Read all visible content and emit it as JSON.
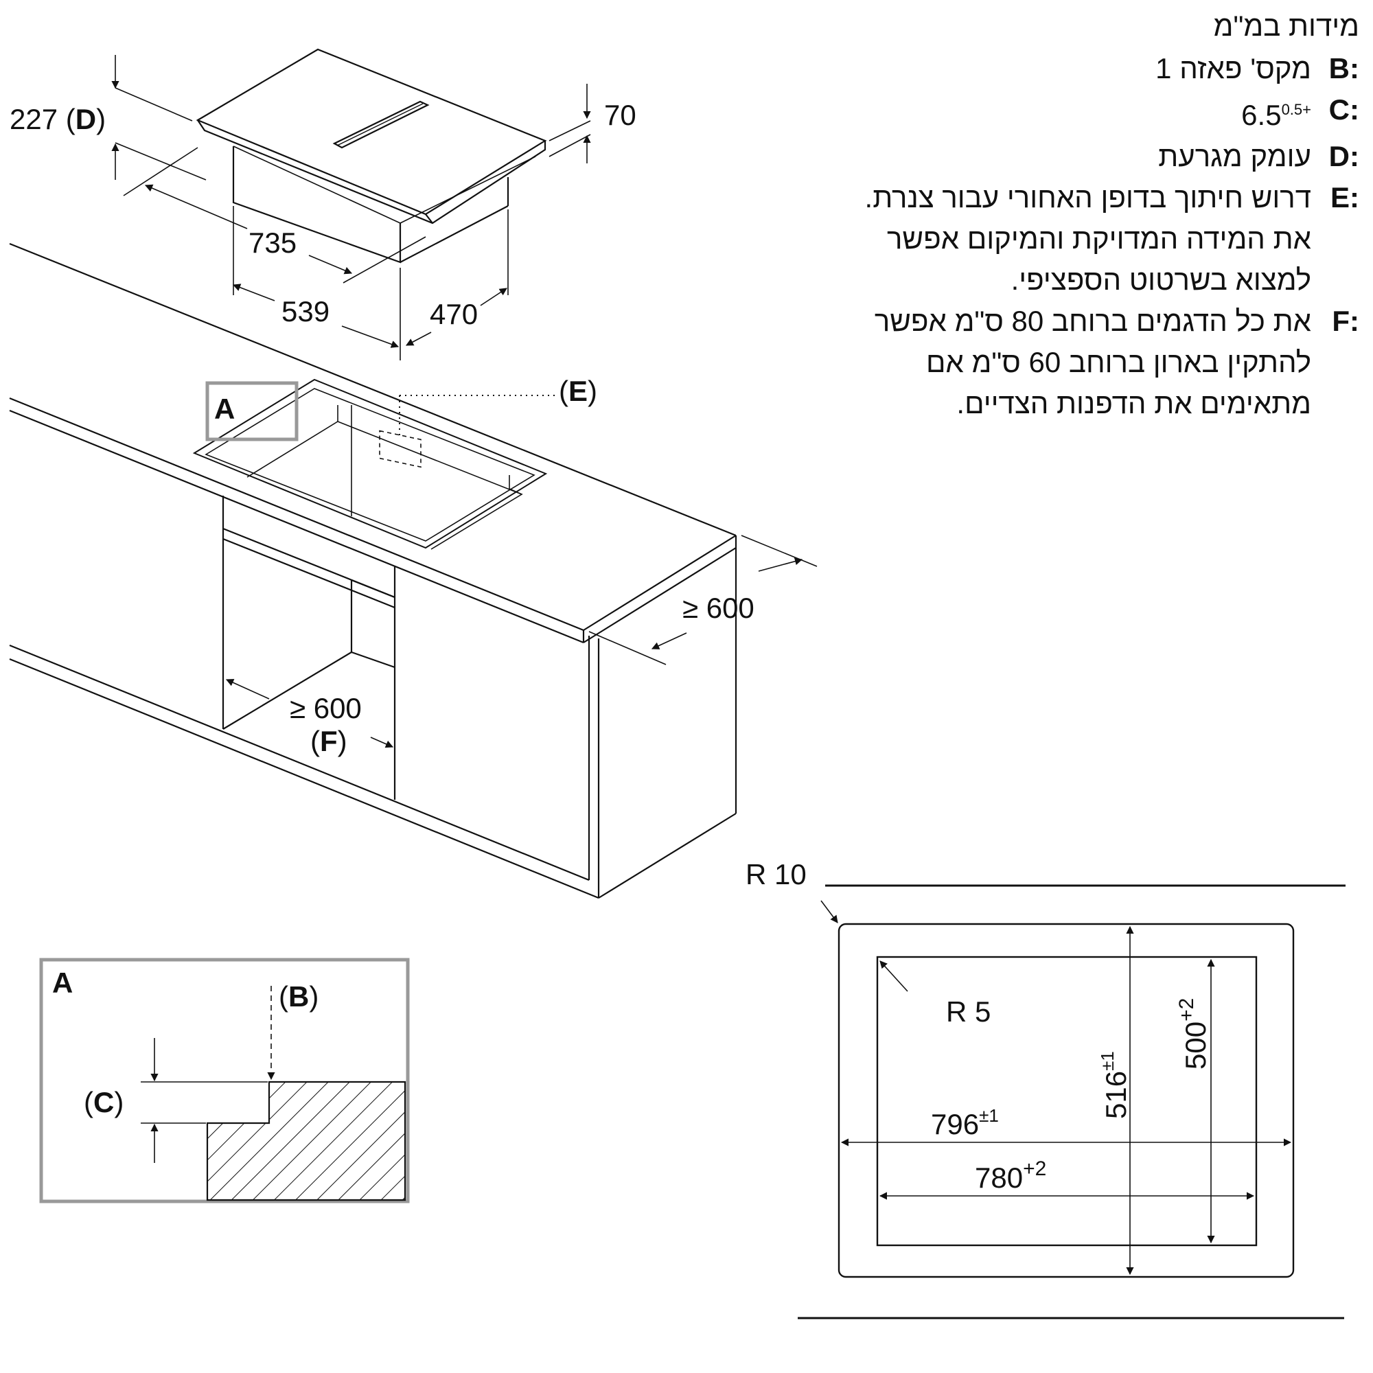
{
  "legend": {
    "title": "מידות במ\"מ",
    "items": [
      {
        "key": "B:",
        "text": "מקס' פאזה 1"
      },
      {
        "key": "C:",
        "value": "6.5",
        "sup": "0.5+"
      },
      {
        "key": "D:",
        "text": "עומק מגרעת"
      },
      {
        "key": "E:",
        "lines": [
          "דרוש חיתוך בדופן האחורי עבור צנרת.",
          "את המידה המדויקת והמיקום אפשר",
          "למצוא בשרטוט הספציפי."
        ]
      },
      {
        "key": "F:",
        "lines": [
          "את כל הדגמים ברוחב 80 ס\"מ אפשר",
          "להתקין בארון ברוחב 60 ס\"מ אם",
          "מתאימים את הדפנות הצדיים."
        ]
      }
    ]
  },
  "hob": {
    "depth_num": "227 (",
    "depth_letter": "D",
    "depth_close": ")",
    "height": "70",
    "length": "735",
    "width": "539",
    "depth": "470"
  },
  "counter": {
    "detail_label": "A",
    "pipe_num": "(",
    "pipe_letter": "E",
    "pipe_close": ")",
    "min_depth": "≥ 600",
    "min_width": "≥ 600",
    "f_open": "(",
    "f_letter": "F",
    "f_close": ")"
  },
  "detail": {
    "title": "A",
    "b_open": "(",
    "b_letter": "B",
    "b_close": ")",
    "c_open": "(",
    "c_letter": "C",
    "c_close": ")"
  },
  "cutout": {
    "r_outer": "R 10",
    "r_inner": "R 5",
    "outer_width": "796",
    "outer_width_tol": "±1",
    "inner_width": "780",
    "inner_width_tol": "+2",
    "outer_height": "516",
    "outer_height_tol": "±1",
    "inner_height": "500",
    "inner_height_tol": "+2"
  }
}
